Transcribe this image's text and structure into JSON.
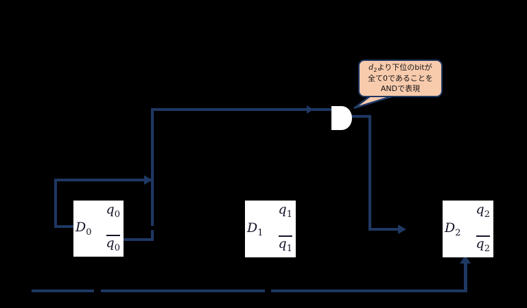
{
  "background": "#000000",
  "colors": {
    "wire": "#1f3863",
    "box_fill": "#ffffff",
    "box_text": "#141428",
    "gate_fill": "#ffffff",
    "callout_fill": "#f8cbad",
    "callout_border": "#1f3864",
    "callout_text": "#141414"
  },
  "gate": {
    "type": "AND"
  },
  "callout": {
    "line1_var_base": "d",
    "line1_var_sub": "2",
    "line1_rest": "より下位のbitが",
    "line2": "全て0であることを",
    "line3": "ANDで表現"
  },
  "flipflops": [
    {
      "id": "d0",
      "d_base": "D",
      "d_sub": "0",
      "q_base": "q",
      "q_sub": "0",
      "qbar_base": "q",
      "qbar_sub": "0"
    },
    {
      "id": "d1",
      "d_base": "D",
      "d_sub": "1",
      "q_base": "q",
      "q_sub": "1",
      "qbar_base": "q",
      "qbar_sub": "1"
    },
    {
      "id": "d2",
      "d_base": "D",
      "d_sub": "2",
      "q_base": "q",
      "q_sub": "2",
      "qbar_base": "q",
      "qbar_sub": "2"
    }
  ]
}
